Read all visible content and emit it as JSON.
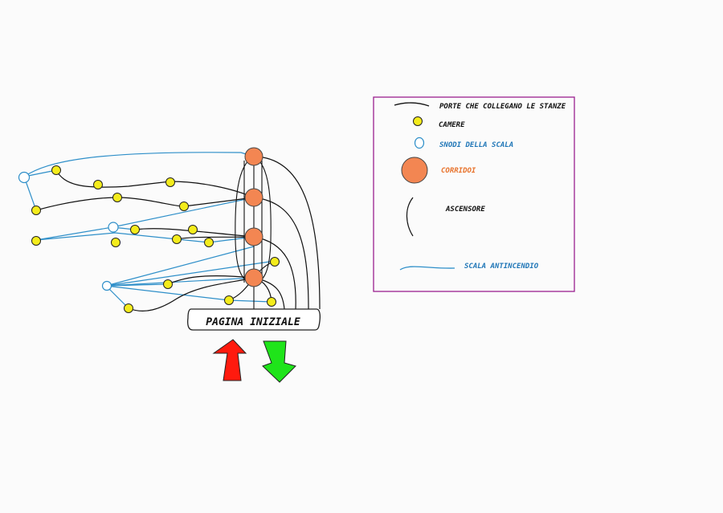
{
  "home_label": "PAGINA INIZIALE",
  "legend": {
    "items": [
      {
        "symbol": "door",
        "label": "PORTE CHE COLLEGANO LE STANZE"
      },
      {
        "symbol": "room",
        "label": "CAMERE"
      },
      {
        "symbol": "stair-node",
        "label": "SNODI DELLA SCALA"
      },
      {
        "symbol": "corridor",
        "label": "CORRIDOI"
      },
      {
        "symbol": "elevator",
        "label": "ASCENSORE"
      },
      {
        "symbol": "fire-escape",
        "label": "SCALA ANTINCENDIO"
      }
    ]
  },
  "colors": {
    "room": "#f4ec1c",
    "corridor": "#f38652",
    "stair_line": "#2e8fc9",
    "door_line": "#111111",
    "legend_border": "#9a1f8f",
    "up_arrow": "#ff1a0e",
    "down_arrow": "#1fe41a",
    "legend_blue_text": "#2278b8",
    "legend_orange_text": "#e8742e"
  },
  "icons": {
    "up_arrow": "arrow-up-icon",
    "down_arrow": "arrow-down-icon"
  }
}
